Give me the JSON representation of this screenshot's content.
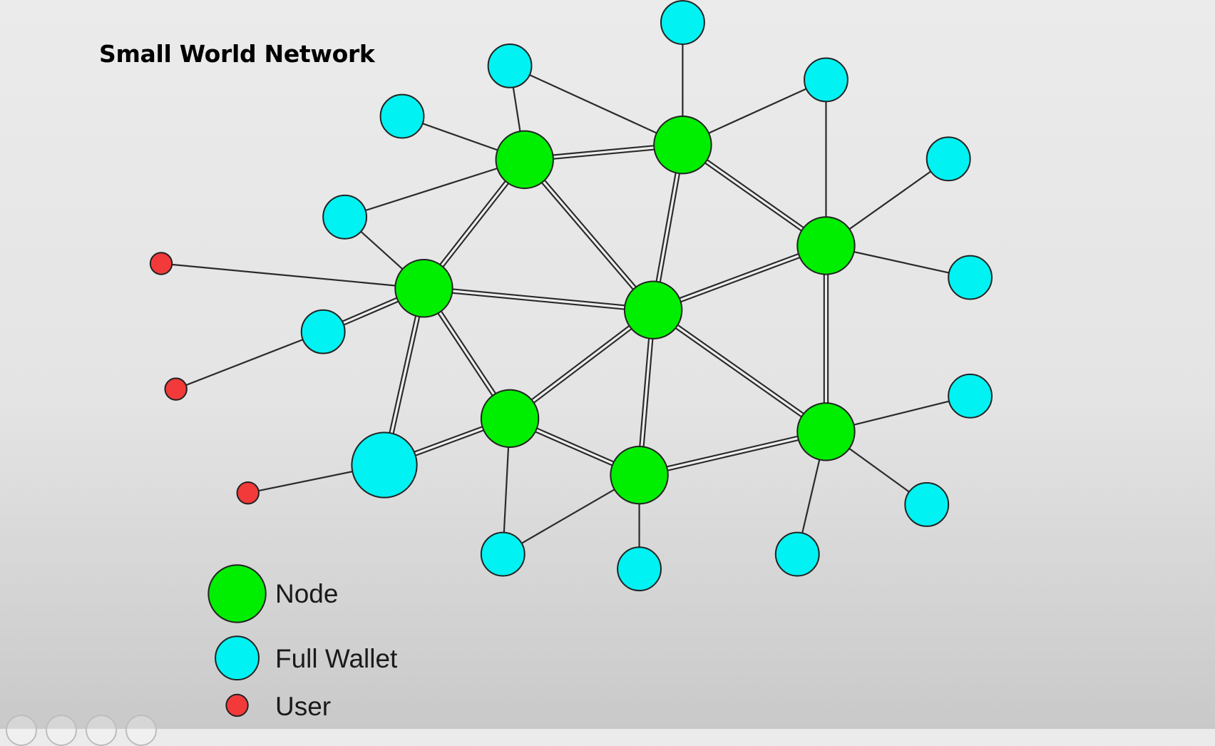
{
  "title": "Small World Network",
  "legend": {
    "node": "Node",
    "full_wallet": "Full Wallet",
    "user": "User"
  },
  "colors": {
    "node": "#00ee00",
    "full_wallet": "#00f2f2",
    "user": "#f23a3a"
  },
  "edge_styles": [
    "single",
    "double"
  ]
}
